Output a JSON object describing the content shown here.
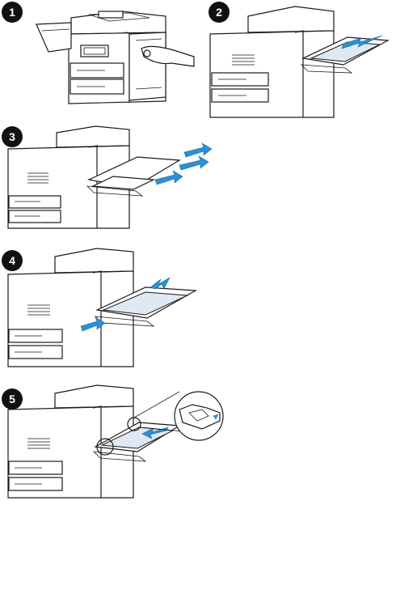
{
  "steps": [
    {
      "number": "1"
    },
    {
      "number": "2"
    },
    {
      "number": "3"
    },
    {
      "number": "4"
    },
    {
      "number": "5"
    }
  ],
  "colors": {
    "arrow": "#2f8fd0",
    "paper": "#dfe9f3",
    "badge": "#111111"
  }
}
